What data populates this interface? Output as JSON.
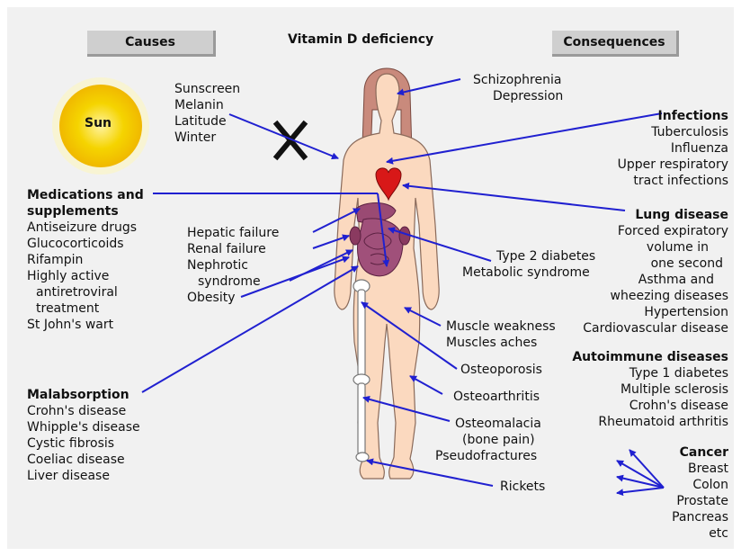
{
  "header": {
    "causes": "Causes",
    "title": "Vitamin D deficiency",
    "consequences": "Consequences"
  },
  "sun_label": "Sun",
  "causes": {
    "sun_factors": [
      "Sunscreen",
      "Melanin",
      "Latitude",
      "Winter"
    ],
    "medications_heading": [
      "Medications and",
      "supplements"
    ],
    "medications": [
      "Antiseizure drugs",
      "Glucocorticoids",
      "Rifampin",
      "Highly active",
      "antiretroviral",
      "treatment",
      "St John's wart"
    ],
    "malabsorption_heading": "Malabsorption",
    "malabsorption": [
      "Crohn's disease",
      "Whipple's disease",
      "Cystic fibrosis",
      "Coeliac disease",
      "Liver disease"
    ],
    "organ_causes": [
      "Hepatic failure",
      "Renal failure",
      "Nephrotic",
      "syndrome",
      "Obesity"
    ]
  },
  "consequences": {
    "mental": [
      "Schizophrenia",
      "Depression"
    ],
    "infections_heading": "Infections",
    "infections": [
      "Tuberculosis",
      "Influenza",
      "Upper respiratory",
      "tract infections"
    ],
    "lung_heading": "Lung disease",
    "lung": [
      "Forced expiratory",
      "volume in",
      "one second",
      "Asthma and",
      "wheezing diseases",
      "Hypertension",
      "Cardiovascular disease"
    ],
    "autoimmune_heading": "Autoimmune diseases",
    "autoimmune": [
      "Type 1 diabetes",
      "Multiple sclerosis",
      "Crohn's disease",
      "Rheumatoid arthritis"
    ],
    "cancer_heading": "Cancer",
    "cancer": [
      "Breast",
      "Colon",
      "Prostate",
      "Pancreas",
      "etc"
    ],
    "metabolic": [
      "Type 2 diabetes",
      "Metabolic syndrome"
    ],
    "muscle": [
      "Muscle weakness",
      "Muscles aches"
    ],
    "osteoporosis": "Osteoporosis",
    "osteoarthritis": "Osteoarthritis",
    "osteomalacia": [
      "Osteomalacia",
      "(bone pain)",
      "Pseudofractures"
    ],
    "rickets": "Rickets"
  },
  "colors": {
    "arrow": "#2020d0",
    "skin": "#fbd9bf",
    "sun": "#f5d400",
    "hair": "#c98a7c",
    "organ": "#a0507a",
    "heart": "#d81818"
  }
}
